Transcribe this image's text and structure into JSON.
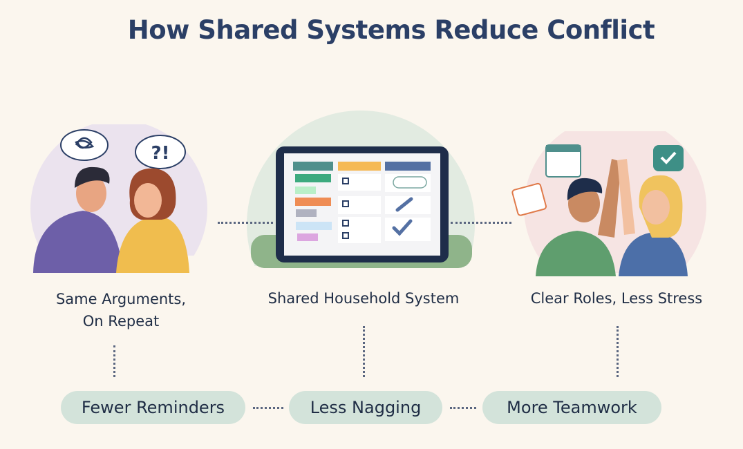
{
  "title": "How Shared Systems Reduce Conflict",
  "stages": [
    {
      "label_line1": "Same Arguments,",
      "label_line2": "On Repeat",
      "icon": "arguing-couple"
    },
    {
      "label": "Shared Household System",
      "icon": "tablet-task-board"
    },
    {
      "label": "Clear Roles, Less Stress",
      "icon": "high-five-couple"
    }
  ],
  "speech_bubbles": {
    "confused": "scribble",
    "question": "?!"
  },
  "outcomes": [
    "Fewer Reminders",
    "Less Nagging",
    "More Teamwork"
  ],
  "colors": {
    "background": "#fbf6ee",
    "title": "#2b3f66",
    "pill": "#d3e3da",
    "tablet": "#1e2d4a"
  }
}
